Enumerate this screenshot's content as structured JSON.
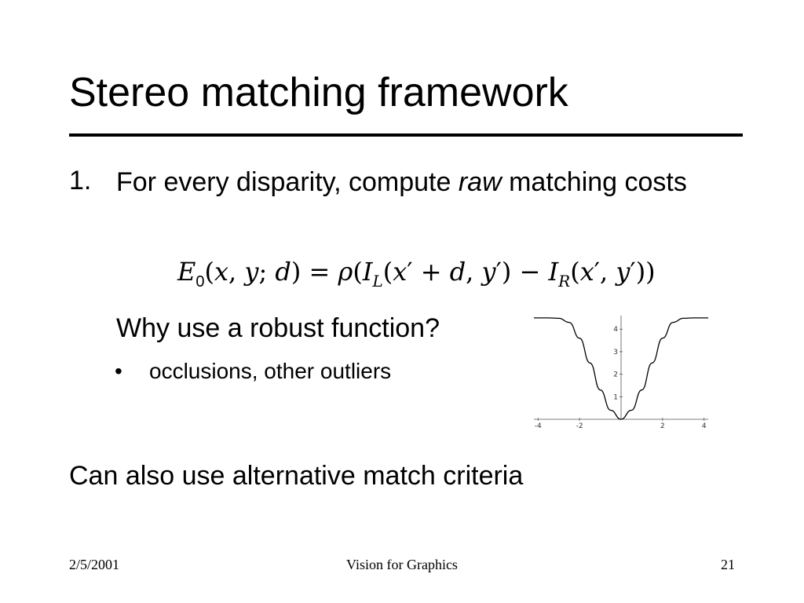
{
  "title": "Stereo matching framework",
  "item1": {
    "number": "1.",
    "text_before": "For every disparity, compute ",
    "text_emph": "raw",
    "text_after": " matching costs"
  },
  "equation": "E0(x, y; d) = ρ(IL(x′ + d, y′) − IR(x′, y′))",
  "why": "Why use a robust function?",
  "bullet": {
    "marker": "•",
    "text": "occlusions, other outliers"
  },
  "also": "Can also use alternative match criteria",
  "footer": {
    "date": "2/5/2001",
    "center": "Vision for Graphics",
    "page": "21"
  },
  "chart_data": {
    "type": "line",
    "title": "",
    "xlabel": "",
    "ylabel": "",
    "xlim": [
      -4.2,
      4.2
    ],
    "ylim": [
      0,
      4.6
    ],
    "xticks": [
      -4,
      -2,
      2,
      4
    ],
    "yticks": [
      1,
      2,
      3,
      4
    ],
    "grid": false,
    "series": [
      {
        "x": [
          -4.2,
          -3.5,
          -3.0,
          -2.5,
          -2.0,
          -1.5,
          -1.0,
          -0.5,
          0.0,
          0.5,
          1.0,
          1.5,
          2.0,
          2.5,
          3.0,
          3.5,
          4.2
        ],
        "y": [
          4.5,
          4.5,
          4.48,
          4.3,
          3.6,
          2.5,
          1.3,
          0.4,
          0.0,
          0.4,
          1.3,
          2.5,
          3.6,
          4.3,
          4.48,
          4.5,
          4.5
        ],
        "color": "#000000"
      }
    ]
  }
}
